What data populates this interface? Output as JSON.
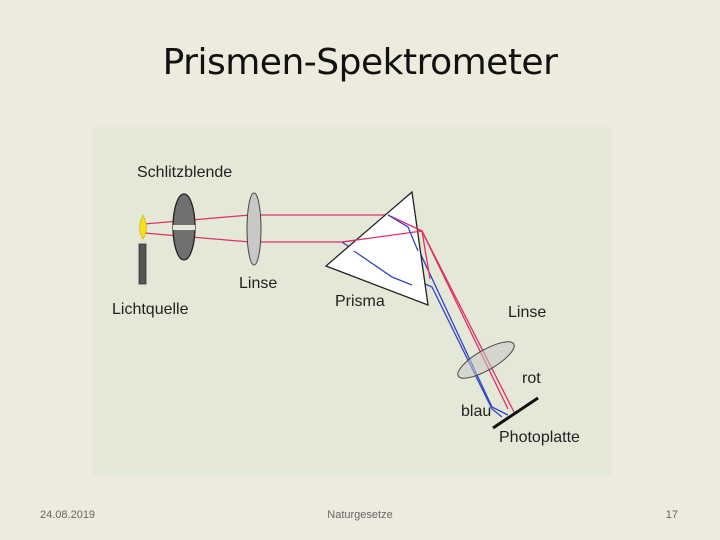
{
  "slide": {
    "title": "Prismen-Spektrometer"
  },
  "diagram": {
    "labels": {
      "slit": "Schlitzblende",
      "light_source": "Lichtquelle",
      "lens1": "Linse",
      "prism": "Prisma",
      "lens2": "Linse",
      "red": "rot",
      "blue": "blau",
      "plate": "Photoplatte"
    },
    "colors": {
      "red_ray": "#e0306a",
      "blue_ray": "#3344cc",
      "candle_flame": "#f4e21a",
      "candle_body": "#555555",
      "slit_disc": "#707070",
      "lens_fill": "#c8c8c8"
    }
  },
  "footer": {
    "date": "24.08.2019",
    "center": "Naturgesetze",
    "page": "17"
  }
}
